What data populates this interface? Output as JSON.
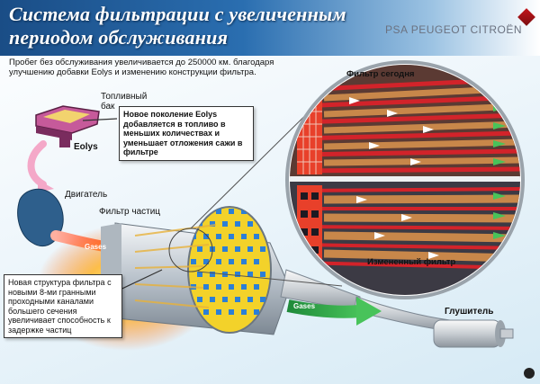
{
  "header": {
    "title_line1": "Система фильтрации с увеличенным",
    "title_line2": "периодом обслуживания",
    "brand": "PSA PEUGEOT CITROËN"
  },
  "intro_text": "Пробег без обслуживания увеличивается до 250000 км. благодаря улучшению добавки Eolys и изменению конструкции фильтра.",
  "labels": {
    "fuel_tank": "Топливный бак",
    "eolys": "Eolys",
    "engine": "Двигатель",
    "particle_filter": "Фильтр частиц",
    "gases_in": "Gases",
    "gases_out": "Gases",
    "muffler": "Глушитель",
    "filter_today": "Фильтр сегодня",
    "filter_modified": "Измененный фильтр"
  },
  "callouts": {
    "eolys_new_gen": "Новое поколение Eolys добавляется в топливо в меньших количествах и уменьшает отложения сажи в фильтре",
    "new_structure": "Новая структура фильтра с новыми 8-ми гранными проходными каналами большего сечения увеличивает способность к задержке частиц"
  },
  "colors": {
    "title_band": "#1a4d86",
    "channel_red": "#d2232a",
    "channel_core": "#b8733a",
    "flow_arrow": "#2db34a",
    "brand_red": "#c4161c"
  },
  "icons": {
    "brand_mark": "psa-lion-diamond",
    "corner_logo": "agency-logo"
  }
}
